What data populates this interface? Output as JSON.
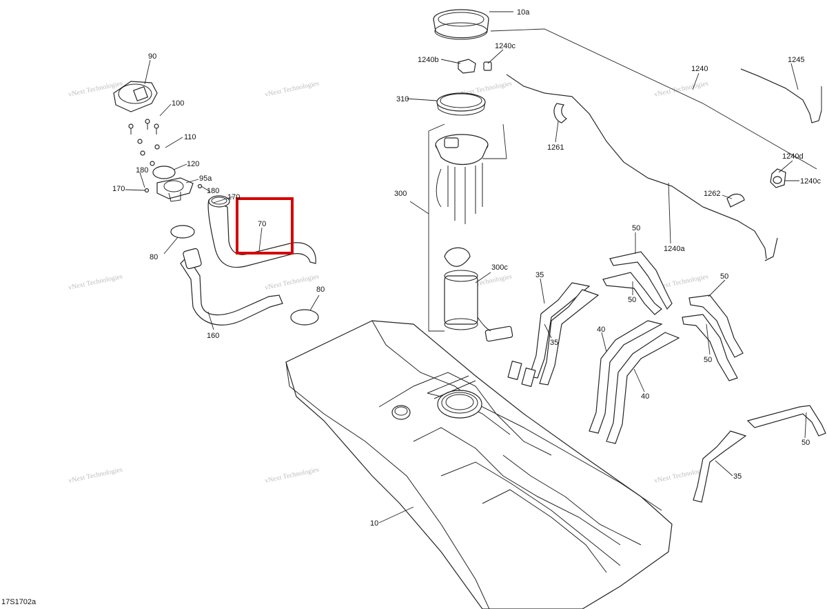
{
  "diagram": {
    "figure_code": "17S1702a",
    "watermark_text": "vNext Technologies",
    "highlight_color": "#d40000",
    "line_color": "#222222",
    "callouts": [
      {
        "id": "c-10a",
        "label": "10a"
      },
      {
        "id": "c-1240b",
        "label": "1240b"
      },
      {
        "id": "c-1240c-top",
        "label": "1240c"
      },
      {
        "id": "c-1240",
        "label": "1240"
      },
      {
        "id": "c-1245",
        "label": "1245"
      },
      {
        "id": "c-310",
        "label": "310"
      },
      {
        "id": "c-1261",
        "label": "1261"
      },
      {
        "id": "c-1240d",
        "label": "1240d"
      },
      {
        "id": "c-1262",
        "label": "1262"
      },
      {
        "id": "c-1240c-right",
        "label": "1240c"
      },
      {
        "id": "c-1240a",
        "label": "1240a"
      },
      {
        "id": "c-300",
        "label": "300"
      },
      {
        "id": "c-300c",
        "label": "300c"
      },
      {
        "id": "c-90",
        "label": "90"
      },
      {
        "id": "c-100",
        "label": "100"
      },
      {
        "id": "c-110",
        "label": "110"
      },
      {
        "id": "c-120",
        "label": "120"
      },
      {
        "id": "c-95a",
        "label": "95a"
      },
      {
        "id": "c-180-left",
        "label": "180"
      },
      {
        "id": "c-180-right",
        "label": "180"
      },
      {
        "id": "c-170-left",
        "label": "170"
      },
      {
        "id": "c-170-right",
        "label": "170"
      },
      {
        "id": "c-70",
        "label": "70"
      },
      {
        "id": "c-80-left",
        "label": "80"
      },
      {
        "id": "c-80-right",
        "label": "80"
      },
      {
        "id": "c-160",
        "label": "160"
      },
      {
        "id": "c-50-a",
        "label": "50"
      },
      {
        "id": "c-50-b",
        "label": "50"
      },
      {
        "id": "c-50-c",
        "label": "50"
      },
      {
        "id": "c-50-d",
        "label": "50"
      },
      {
        "id": "c-50-e",
        "label": "50"
      },
      {
        "id": "c-35-a",
        "label": "35"
      },
      {
        "id": "c-35-b",
        "label": "35"
      },
      {
        "id": "c-35-c",
        "label": "35"
      },
      {
        "id": "c-40-a",
        "label": "40"
      },
      {
        "id": "c-40-b",
        "label": "40"
      },
      {
        "id": "c-10",
        "label": "10"
      }
    ]
  }
}
